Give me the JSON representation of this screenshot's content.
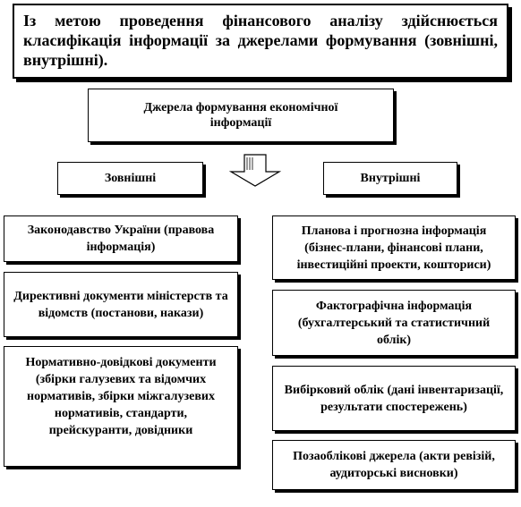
{
  "intro": {
    "text": "Із метою проведення фінансового аналізу здійснюється класифікація інформації за джерелами формування (зовнішні, внутрішні)."
  },
  "heading": {
    "text": "Джерела формування економічної інформації"
  },
  "categories": {
    "external": "Зовнішні",
    "internal": "Внутрішні"
  },
  "external_items": [
    "Законодавство України (правова інформація)",
    "Директивні документи міністерств та відомств (постанови, накази)",
    "Нормативно-довідкові документи (збірки галузевих та відомчих нормативів, збірки міжгалузевих нормативів, стандарти, прейскуранти, довідники"
  ],
  "internal_items": [
    "Планова і прогнозна інформація (бізнес-плани, фінансові плани, інвестиційні проекти, кошториси)",
    "Фактографічна інформація (бухгалтерський та статистичний облік)",
    "Вибірковий облік (дані інвентаризації, результати спостережень)",
    "Позаоблікові джерела (акти ревізій, аудиторські висновки)"
  ],
  "icons": {
    "arrow": "down-arrow-icon"
  }
}
